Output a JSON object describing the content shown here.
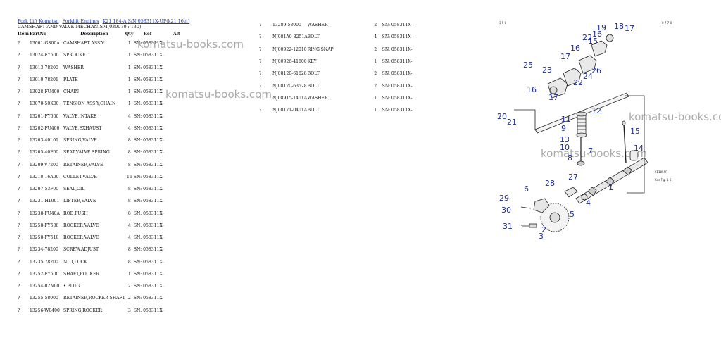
{
  "breadcrumbs": [
    "Fork Lift Komatsu",
    "Forklift Engines",
    "K21 184-A S/N 058311X-UP(k21 16el)"
  ],
  "subtitle": "CAMSHAFT AND VALVE MECHANISM(030070 : 130)",
  "columns": {
    "item": "Item",
    "part": "PartNo",
    "desc": "Description",
    "qty": "Qty",
    "ref": "Ref",
    "alt": "Alt"
  },
  "left_rows": [
    {
      "item": "?",
      "part": "13001-GS00A",
      "desc": "CAMSHAFT ASS'Y",
      "qty": "1",
      "ref": "SN: 058311X-"
    },
    {
      "item": "?",
      "part": "13024-FY500",
      "desc": "SPROCKET",
      "qty": "1",
      "ref": "SN: 058311X-"
    },
    {
      "item": "?",
      "part": "13013-78200",
      "desc": "WASHER",
      "qty": "1",
      "ref": "SN: 058311X-"
    },
    {
      "item": "?",
      "part": "13010-78201",
      "desc": "PLATE",
      "qty": "1",
      "ref": "SN: 058311X-"
    },
    {
      "item": "?",
      "part": "13028-FU400",
      "desc": "CHAIN",
      "qty": "1",
      "ref": "SN: 058311X-"
    },
    {
      "item": "?",
      "part": "13070-50K00",
      "desc": "TENSION ASS'Y,CHAIN",
      "qty": "1",
      "ref": "SN: 058311X-"
    },
    {
      "item": "?",
      "part": "13201-FY500",
      "desc": "VALVE,INTAKE",
      "qty": "4",
      "ref": "SN: 058311X-"
    },
    {
      "item": "?",
      "part": "13202-FU400",
      "desc": "VALVE,EXHAUST",
      "qty": "4",
      "ref": "SN: 058311X-"
    },
    {
      "item": "?",
      "part": "13203-40L01",
      "desc": "SPRING,VALVE",
      "qty": "8",
      "ref": "SN: 058311X-"
    },
    {
      "item": "?",
      "part": "13205-40F00",
      "desc": "SEAT,VALVE SPRING",
      "qty": "8",
      "ref": "SN: 058311X-"
    },
    {
      "item": "?",
      "part": "13209-V7200",
      "desc": "RETAINER,VALVE",
      "qty": "8",
      "ref": "SN: 058311X-"
    },
    {
      "item": "?",
      "part": "13210-16A00",
      "desc": "COLLET,VALVE",
      "qty": "16",
      "ref": "SN: 058311X-"
    },
    {
      "item": "?",
      "part": "13207-53F00",
      "desc": "SEAL,OIL",
      "qty": "8",
      "ref": "SN: 058311X-"
    },
    {
      "item": "?",
      "part": "13231-H1001",
      "desc": "LIFTER,VALVE",
      "qty": "8",
      "ref": "SN: 058311X-"
    },
    {
      "item": "?",
      "part": "13238-FU40A",
      "desc": "ROD,PUSH",
      "qty": "8",
      "ref": "SN: 058311X-"
    },
    {
      "item": "?",
      "part": "13258-FY500",
      "desc": "ROCKER,VALVE",
      "qty": "4",
      "ref": "SN: 058311X-"
    },
    {
      "item": "?",
      "part": "13258-FY510",
      "desc": "ROCKER,VALVE",
      "qty": "4",
      "ref": "SN: 058311X-"
    },
    {
      "item": "?",
      "part": "13234-78200",
      "desc": "SCREW,ADJUST",
      "qty": "8",
      "ref": "SN: 058311X-"
    },
    {
      "item": "?",
      "part": "13235-78200",
      "desc": "NUT,LOCK",
      "qty": "8",
      "ref": "SN: 058311X-"
    },
    {
      "item": "?",
      "part": "13252-FY500",
      "desc": "SHAFT,ROCKER",
      "qty": "1",
      "ref": "SN: 058311X-"
    },
    {
      "item": "?",
      "part": "13254-02N00",
      "desc": "• PLUG",
      "qty": "2",
      "ref": "SN: 058311X-"
    },
    {
      "item": "?",
      "part": "13255-58000",
      "desc": "RETAINER,ROCKER SHAFT",
      "qty": "2",
      "ref": "SN: 058311X-"
    },
    {
      "item": "?",
      "part": "13256-W0400",
      "desc": "SPRING,ROCKER",
      "qty": "3",
      "ref": "SN: 058311X-"
    }
  ],
  "right_rows": [
    {
      "item": "?",
      "part": "13289-58000",
      "desc": "WASHER",
      "qty": "2",
      "ref": "SN: 058311X-"
    },
    {
      "item": "?",
      "part": "NJ081A0-8251A",
      "desc": "BOLT",
      "qty": "4",
      "ref": "SN: 058311X-"
    },
    {
      "item": "?",
      "part": "NJ00922-12010",
      "desc": "RING,SNAP",
      "qty": "2",
      "ref": "SN: 058311X-"
    },
    {
      "item": "?",
      "part": "NJ00926-41600",
      "desc": "KEY",
      "qty": "1",
      "ref": "SN: 058311X-"
    },
    {
      "item": "?",
      "part": "NJ08120-61628",
      "desc": "BOLT",
      "qty": "2",
      "ref": "SN: 058311X-"
    },
    {
      "item": "?",
      "part": "NJ08120-63528",
      "desc": "BOLT",
      "qty": "2",
      "ref": "SN: 058311X-"
    },
    {
      "item": "?",
      "part": "NJ08915-1401A",
      "desc": "WASHER",
      "qty": "1",
      "ref": "SN: 058311X-"
    },
    {
      "item": "?",
      "part": "NJ08171-0401A",
      "desc": "BOLT",
      "qty": "1",
      "ref": "SN: 058311X-"
    }
  ],
  "watermarks": [
    "komatsu-books.com",
    "komatsu-books.com",
    "komatsu-books.com",
    "komatsu-books.com"
  ],
  "diagram": {
    "corner_left": "3 5 0",
    "corner_right": "0 7 7 0",
    "side_code": "S11059F",
    "side_ref": "See Fig. 1 6",
    "callouts": [
      "19",
      "16",
      "18",
      "17",
      "23",
      "15",
      "25",
      "16",
      "17",
      "23",
      "26",
      "24",
      "22",
      "16",
      "17",
      "20",
      "21",
      "12",
      "11",
      "9",
      "13",
      "10",
      "8",
      "7",
      "15",
      "14",
      "27",
      "28",
      "6",
      "1",
      "4",
      "29",
      "5",
      "30",
      "2",
      "31",
      "3"
    ]
  }
}
